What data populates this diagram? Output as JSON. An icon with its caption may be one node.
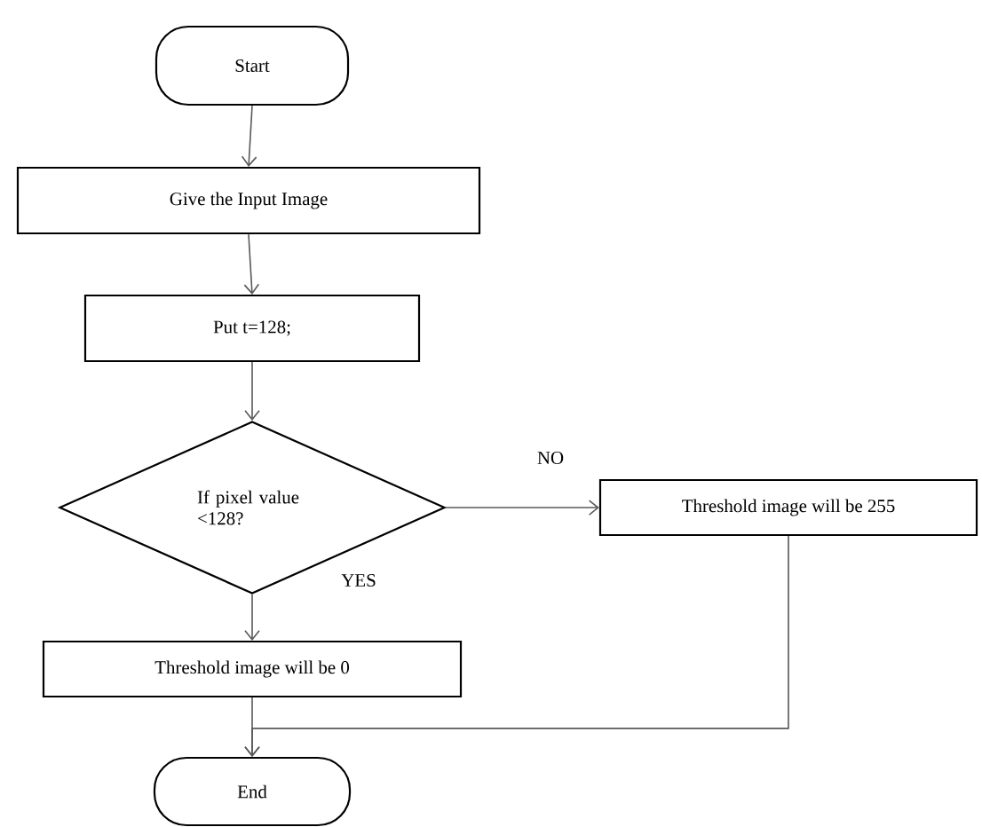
{
  "diagram": {
    "nodes": [
      {
        "text": [
          "Start"
        ]
      },
      {
        "text": [
          "Give the Input Image"
        ]
      },
      {
        "text": [
          "Put t=128;"
        ]
      },
      {
        "text": [
          "If pixel value <128?"
        ]
      },
      {
        "text": [
          "Threshold image will be 255"
        ]
      },
      {
        "text": [
          "Threshold image will be 0"
        ]
      },
      {
        "text": [
          "End"
        ]
      }
    ],
    "edges": [
      {
        "from": 0,
        "to": 1,
        "arrow": "to"
      },
      {
        "from": 1,
        "to": 2,
        "arrow": "to"
      },
      {
        "from": 2,
        "to": 3,
        "arrow": "to"
      },
      {
        "from": 3,
        "to": 4,
        "arrow": "to",
        "label": "NO"
      },
      {
        "from": 3,
        "to": 5,
        "arrow": "to",
        "label": "YES"
      },
      {
        "from": 5,
        "to": 6,
        "arrow": "to"
      },
      {
        "from": 4,
        "to": 6,
        "arrow": "to"
      }
    ]
  }
}
